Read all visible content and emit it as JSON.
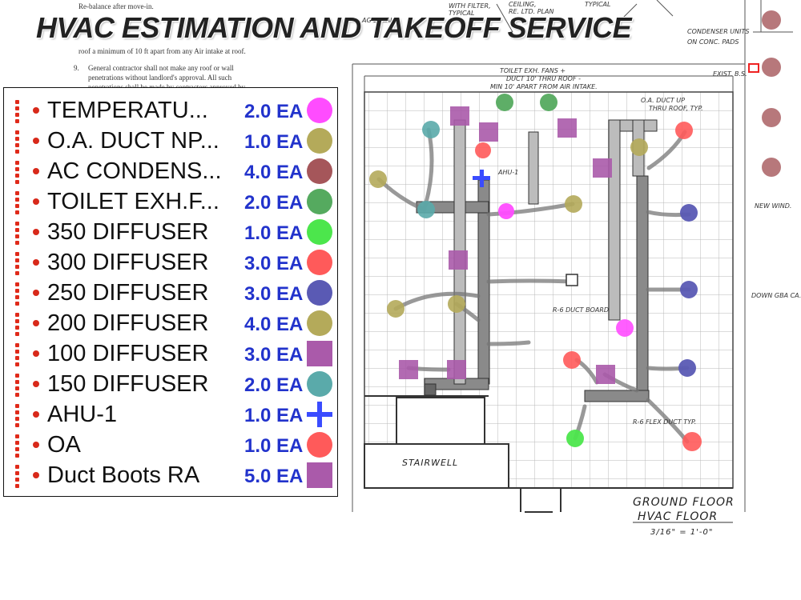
{
  "banner": {
    "title": "HVAC ESTIMATION AND TAKEOFF SERVICE"
  },
  "notes": {
    "line1": "Re-balance after move-in.",
    "line2": "roof a minimum of 10 ft apart from any Air intake at roof.",
    "item9_num": "9.",
    "item9_l1": "General contractor shall not make any roof or wall",
    "item9_l2": "penetrations without landlord's approval.  All such",
    "item9_l3": "penetrations shall be made by contractors approved by"
  },
  "legend": [
    {
      "name": "TEMPERATU...",
      "qty": "2.0 EA",
      "shape": "circle",
      "color": "#ff4cff"
    },
    {
      "name": "O.A. DUCT NP...",
      "qty": "1.0 EA",
      "shape": "circle",
      "color": "#b4aa5a"
    },
    {
      "name": "AC CONDENS...",
      "qty": "4.0 EA",
      "shape": "circle",
      "color": "#a5565a"
    },
    {
      "name": "TOILET EXH.F...",
      "qty": "2.0 EA",
      "shape": "circle",
      "color": "#55aa5f"
    },
    {
      "name": "350 DIFFUSER",
      "qty": "1.0 EA",
      "shape": "circle",
      "color": "#4ce64c"
    },
    {
      "name": "300 DIFFUSER",
      "qty": "3.0 EA",
      "shape": "circle",
      "color": "#ff5a5a"
    },
    {
      "name": "250 DIFFUSER",
      "qty": "3.0 EA",
      "shape": "circle",
      "color": "#5a5ab4"
    },
    {
      "name": "200 DIFFUSER",
      "qty": "4.0 EA",
      "shape": "circle",
      "color": "#b4aa5a"
    },
    {
      "name": "100 DIFFUSER",
      "qty": "3.0 EA",
      "shape": "square",
      "color": "#aa5aaa"
    },
    {
      "name": "150 DIFFUSER",
      "qty": "2.0 EA",
      "shape": "circle",
      "color": "#5aaaaa"
    },
    {
      "name": "AHU-1",
      "qty": "1.0 EA",
      "shape": "plus",
      "color": "#3a4cff"
    },
    {
      "name": "OA",
      "qty": "1.0 EA",
      "shape": "circle",
      "color": "#ff5a5a"
    },
    {
      "name": "Duct Boots RA",
      "qty": "5.0 EA",
      "shape": "square",
      "color": "#aa5aaa"
    }
  ],
  "plan": {
    "title_l1": "GROUND FLOOR",
    "title_l2": "HVAC FLOOR",
    "scale": "3/16\" = 1'-0\"",
    "stairwell": "STAIRWELL",
    "ahu_label": "AHU-1",
    "note_toilet": "TOILET EXH. FANS +",
    "note_toilet2": "DUCT 10' THRU ROOF -",
    "note_toilet3": "MIN 10' APART FROM AIR INTAKE.",
    "note_oa": "O.A. DUCT UP",
    "note_oa2": "THRU ROOF, TYP.",
    "note_ac": "AG DETAIL",
    "note_flex": "R-6 FLEX DUCT TYP.",
    "note_duct": "R-6 DUCT BOARD",
    "top_a": "WITH FILTER,",
    "top_b": "TYPICAL",
    "top_c": "CEILING,",
    "top_d": "RE. LTD. PLAN",
    "top_e": "TYPICAL",
    "top_f": "CONDENSER UNITS",
    "top_g": "ON CONC. PADS",
    "exist": "EXIST. B.S.",
    "new_wind": "NEW WIND.",
    "down": "DOWN GBA CA."
  }
}
